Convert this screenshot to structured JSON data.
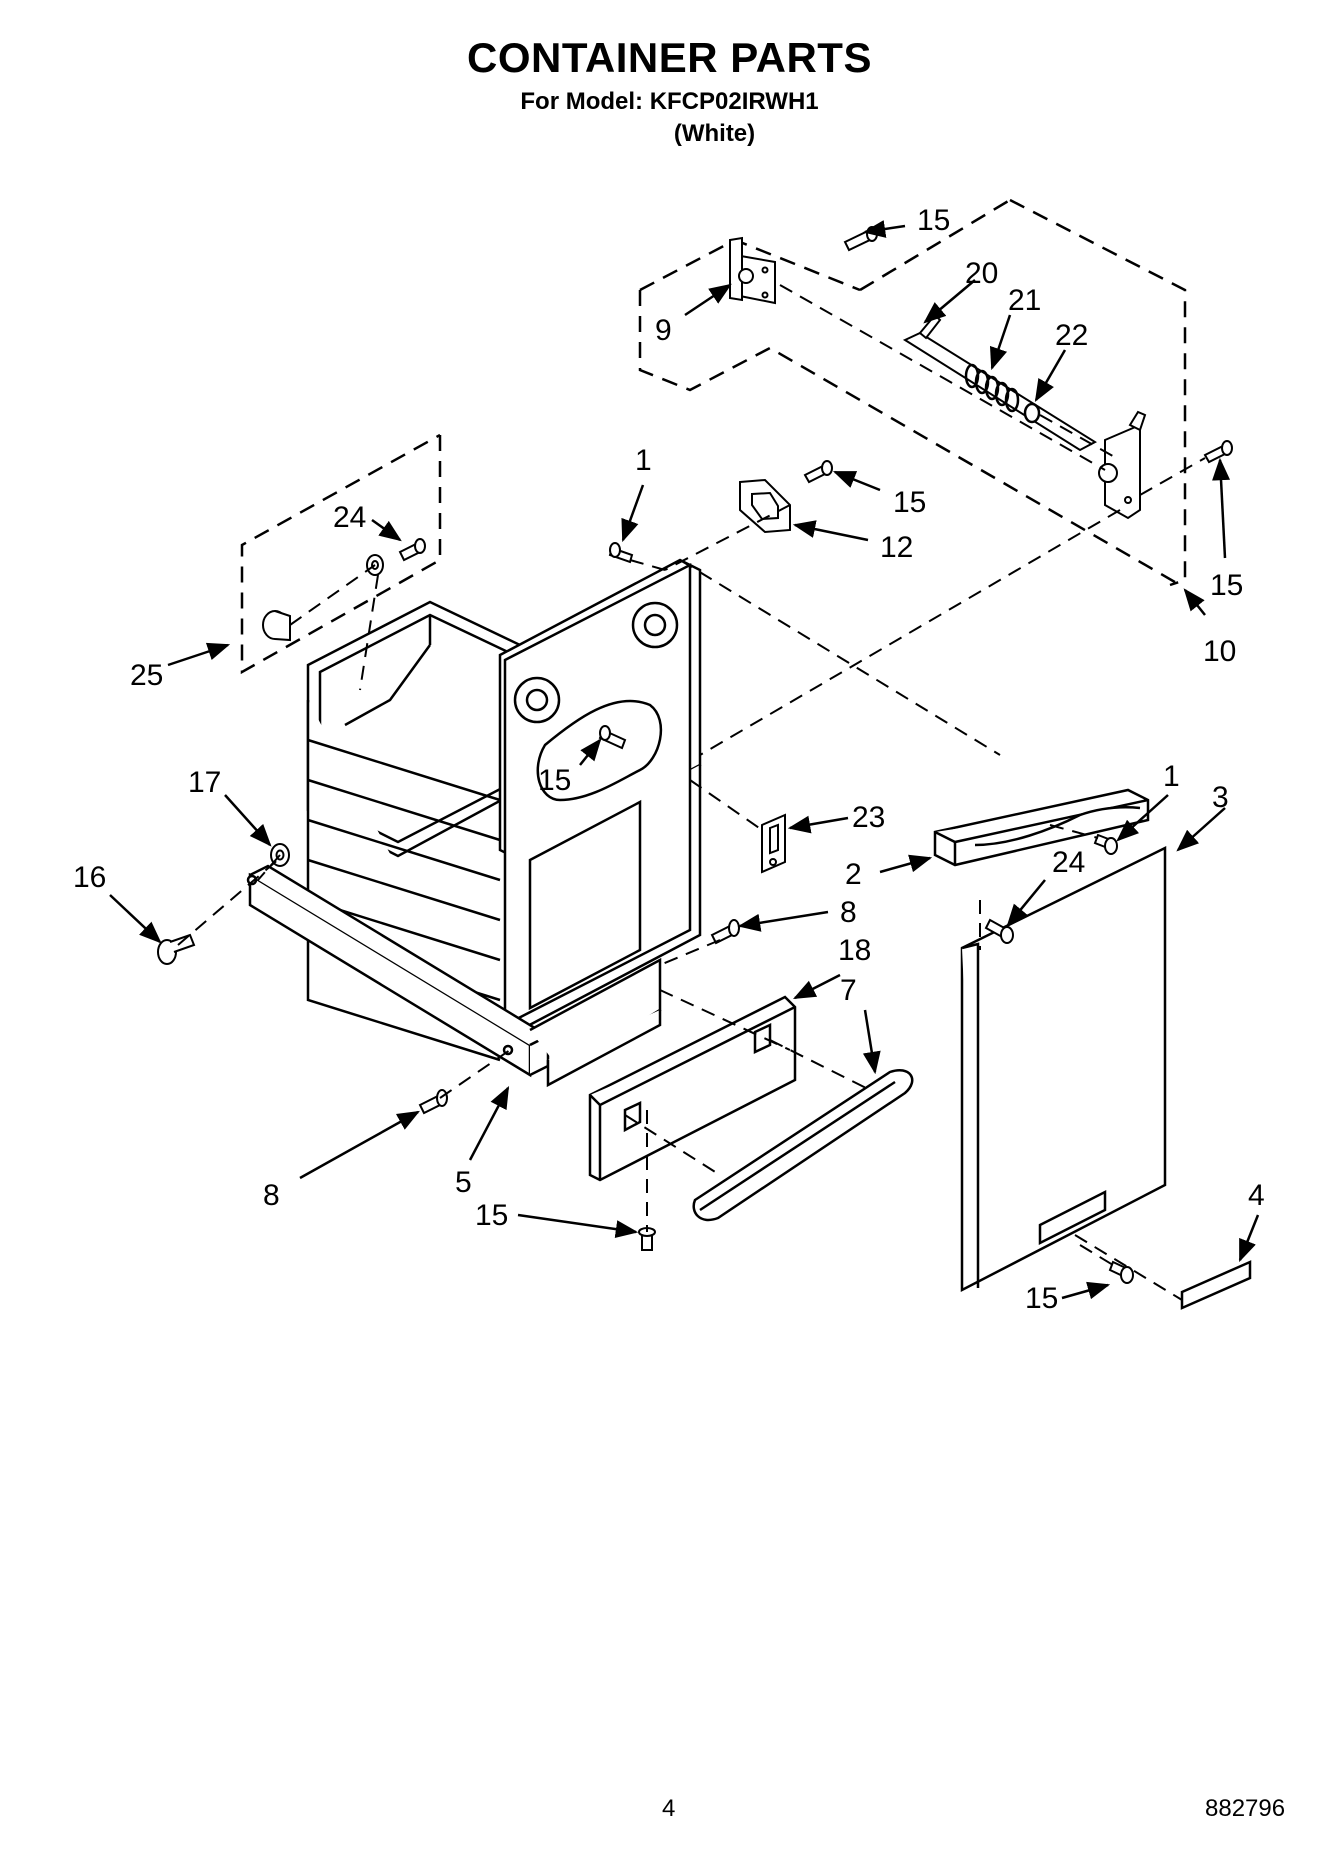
{
  "header": {
    "title": "CONTAINER PARTS",
    "model": "For Model: KFCP02IRWH1",
    "variant": "(White)"
  },
  "footer": {
    "page_number": "4",
    "document_number": "882796"
  },
  "callouts": [
    {
      "id": "c15a",
      "label": "15"
    },
    {
      "id": "c20",
      "label": "20"
    },
    {
      "id": "c21",
      "label": "21"
    },
    {
      "id": "c22",
      "label": "22"
    },
    {
      "id": "c9",
      "label": "9"
    },
    {
      "id": "c1a",
      "label": "1"
    },
    {
      "id": "c15b",
      "label": "15"
    },
    {
      "id": "c12",
      "label": "12"
    },
    {
      "id": "c24a",
      "label": "24"
    },
    {
      "id": "c15c",
      "label": "15"
    },
    {
      "id": "c10",
      "label": "10"
    },
    {
      "id": "c25",
      "label": "25"
    },
    {
      "id": "c17",
      "label": "17"
    },
    {
      "id": "c15d",
      "label": "15"
    },
    {
      "id": "c23",
      "label": "23"
    },
    {
      "id": "c1b",
      "label": "1"
    },
    {
      "id": "c3",
      "label": "3"
    },
    {
      "id": "c16",
      "label": "16"
    },
    {
      "id": "c2",
      "label": "2"
    },
    {
      "id": "c24b",
      "label": "24"
    },
    {
      "id": "c8a",
      "label": "8"
    },
    {
      "id": "c18",
      "label": "18"
    },
    {
      "id": "c7",
      "label": "7"
    },
    {
      "id": "c8b",
      "label": "8"
    },
    {
      "id": "c5",
      "label": "5"
    },
    {
      "id": "c15e",
      "label": "15"
    },
    {
      "id": "c4",
      "label": "4"
    },
    {
      "id": "c15f",
      "label": "15"
    }
  ]
}
